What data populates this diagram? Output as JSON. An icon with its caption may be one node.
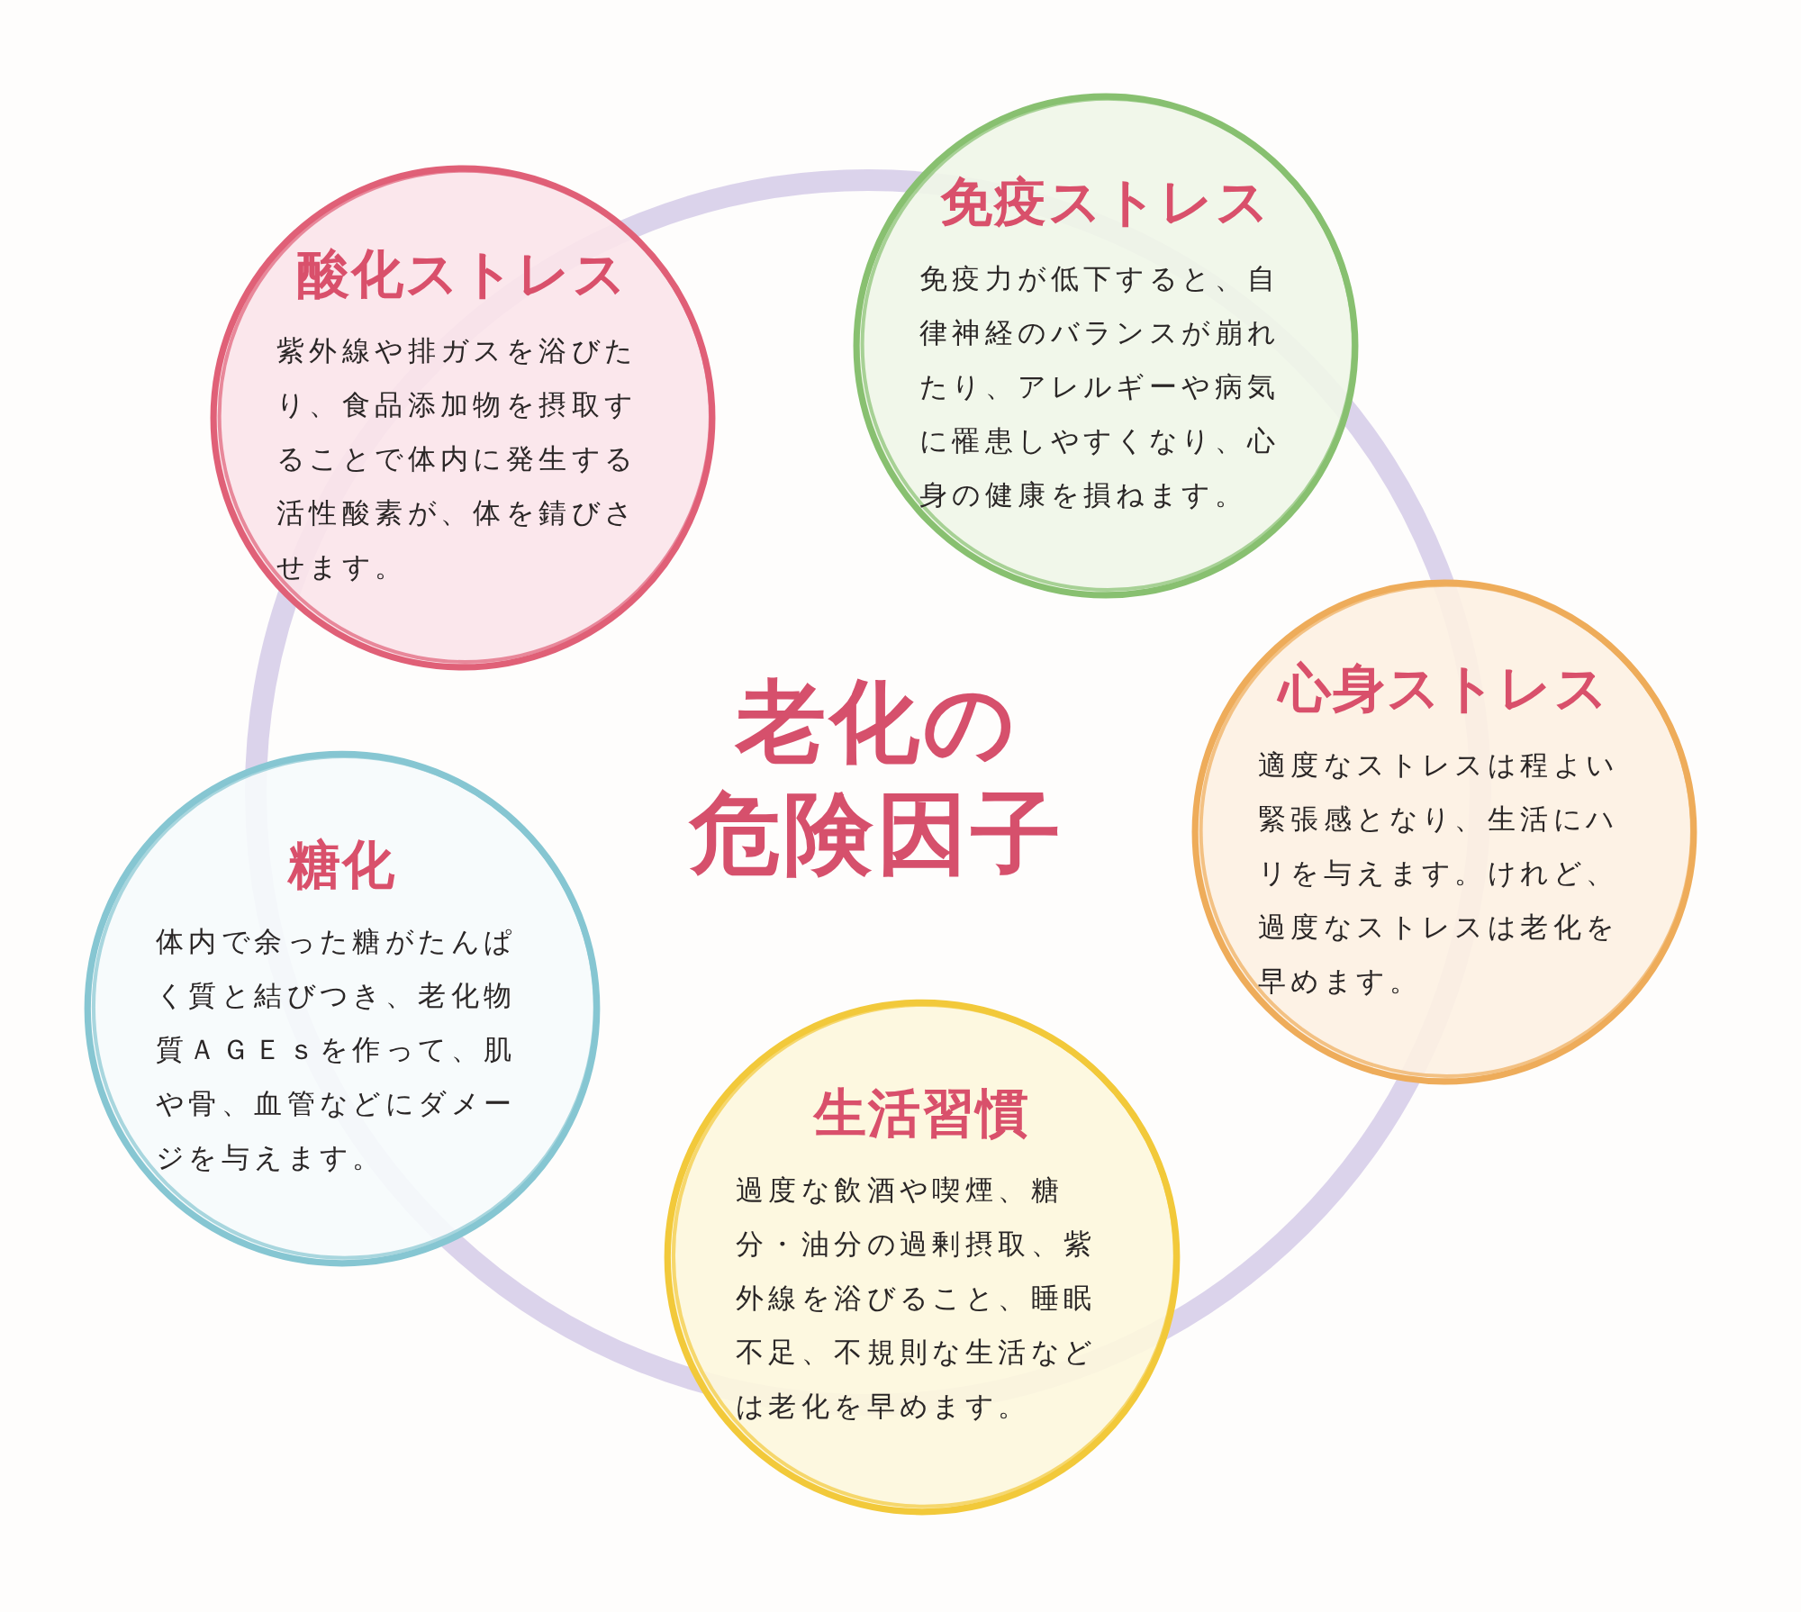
{
  "diagram": {
    "title": "老化の危険因子",
    "nodes": [
      {
        "text": [
          "酸化ストレス",
          "紫外線や排ガスを浴びたり、食品添加物を摂取することで体内に発生する活性酸素が、体を錆びさせます。"
        ]
      },
      {
        "text": [
          "免疫ストレス",
          "免疫力が低下すると、自律神経のバランスが崩れたり、アレルギーや病気に罹患しやすくなり、心身の健康を損ねます。"
        ]
      },
      {
        "text": [
          "糖化",
          "体内で余った糖がたんぱく質と結びつき、老化物質ＡＧＥｓを作って、肌や骨、血管などにダメージを与えます。"
        ]
      },
      {
        "text": [
          "心身ストレス",
          "適度なストレスは程よい緊張感となり、生活にハリを与えます。けれど、過度なストレスは老化を早めます。"
        ]
      },
      {
        "text": [
          "生活習慣",
          "過度な飲酒や喫煙、糖分・油分の過剰摂取、紫外線を浴びること、睡眠不足、不規則な生活などは老化を早めます。"
        ]
      }
    ]
  }
}
